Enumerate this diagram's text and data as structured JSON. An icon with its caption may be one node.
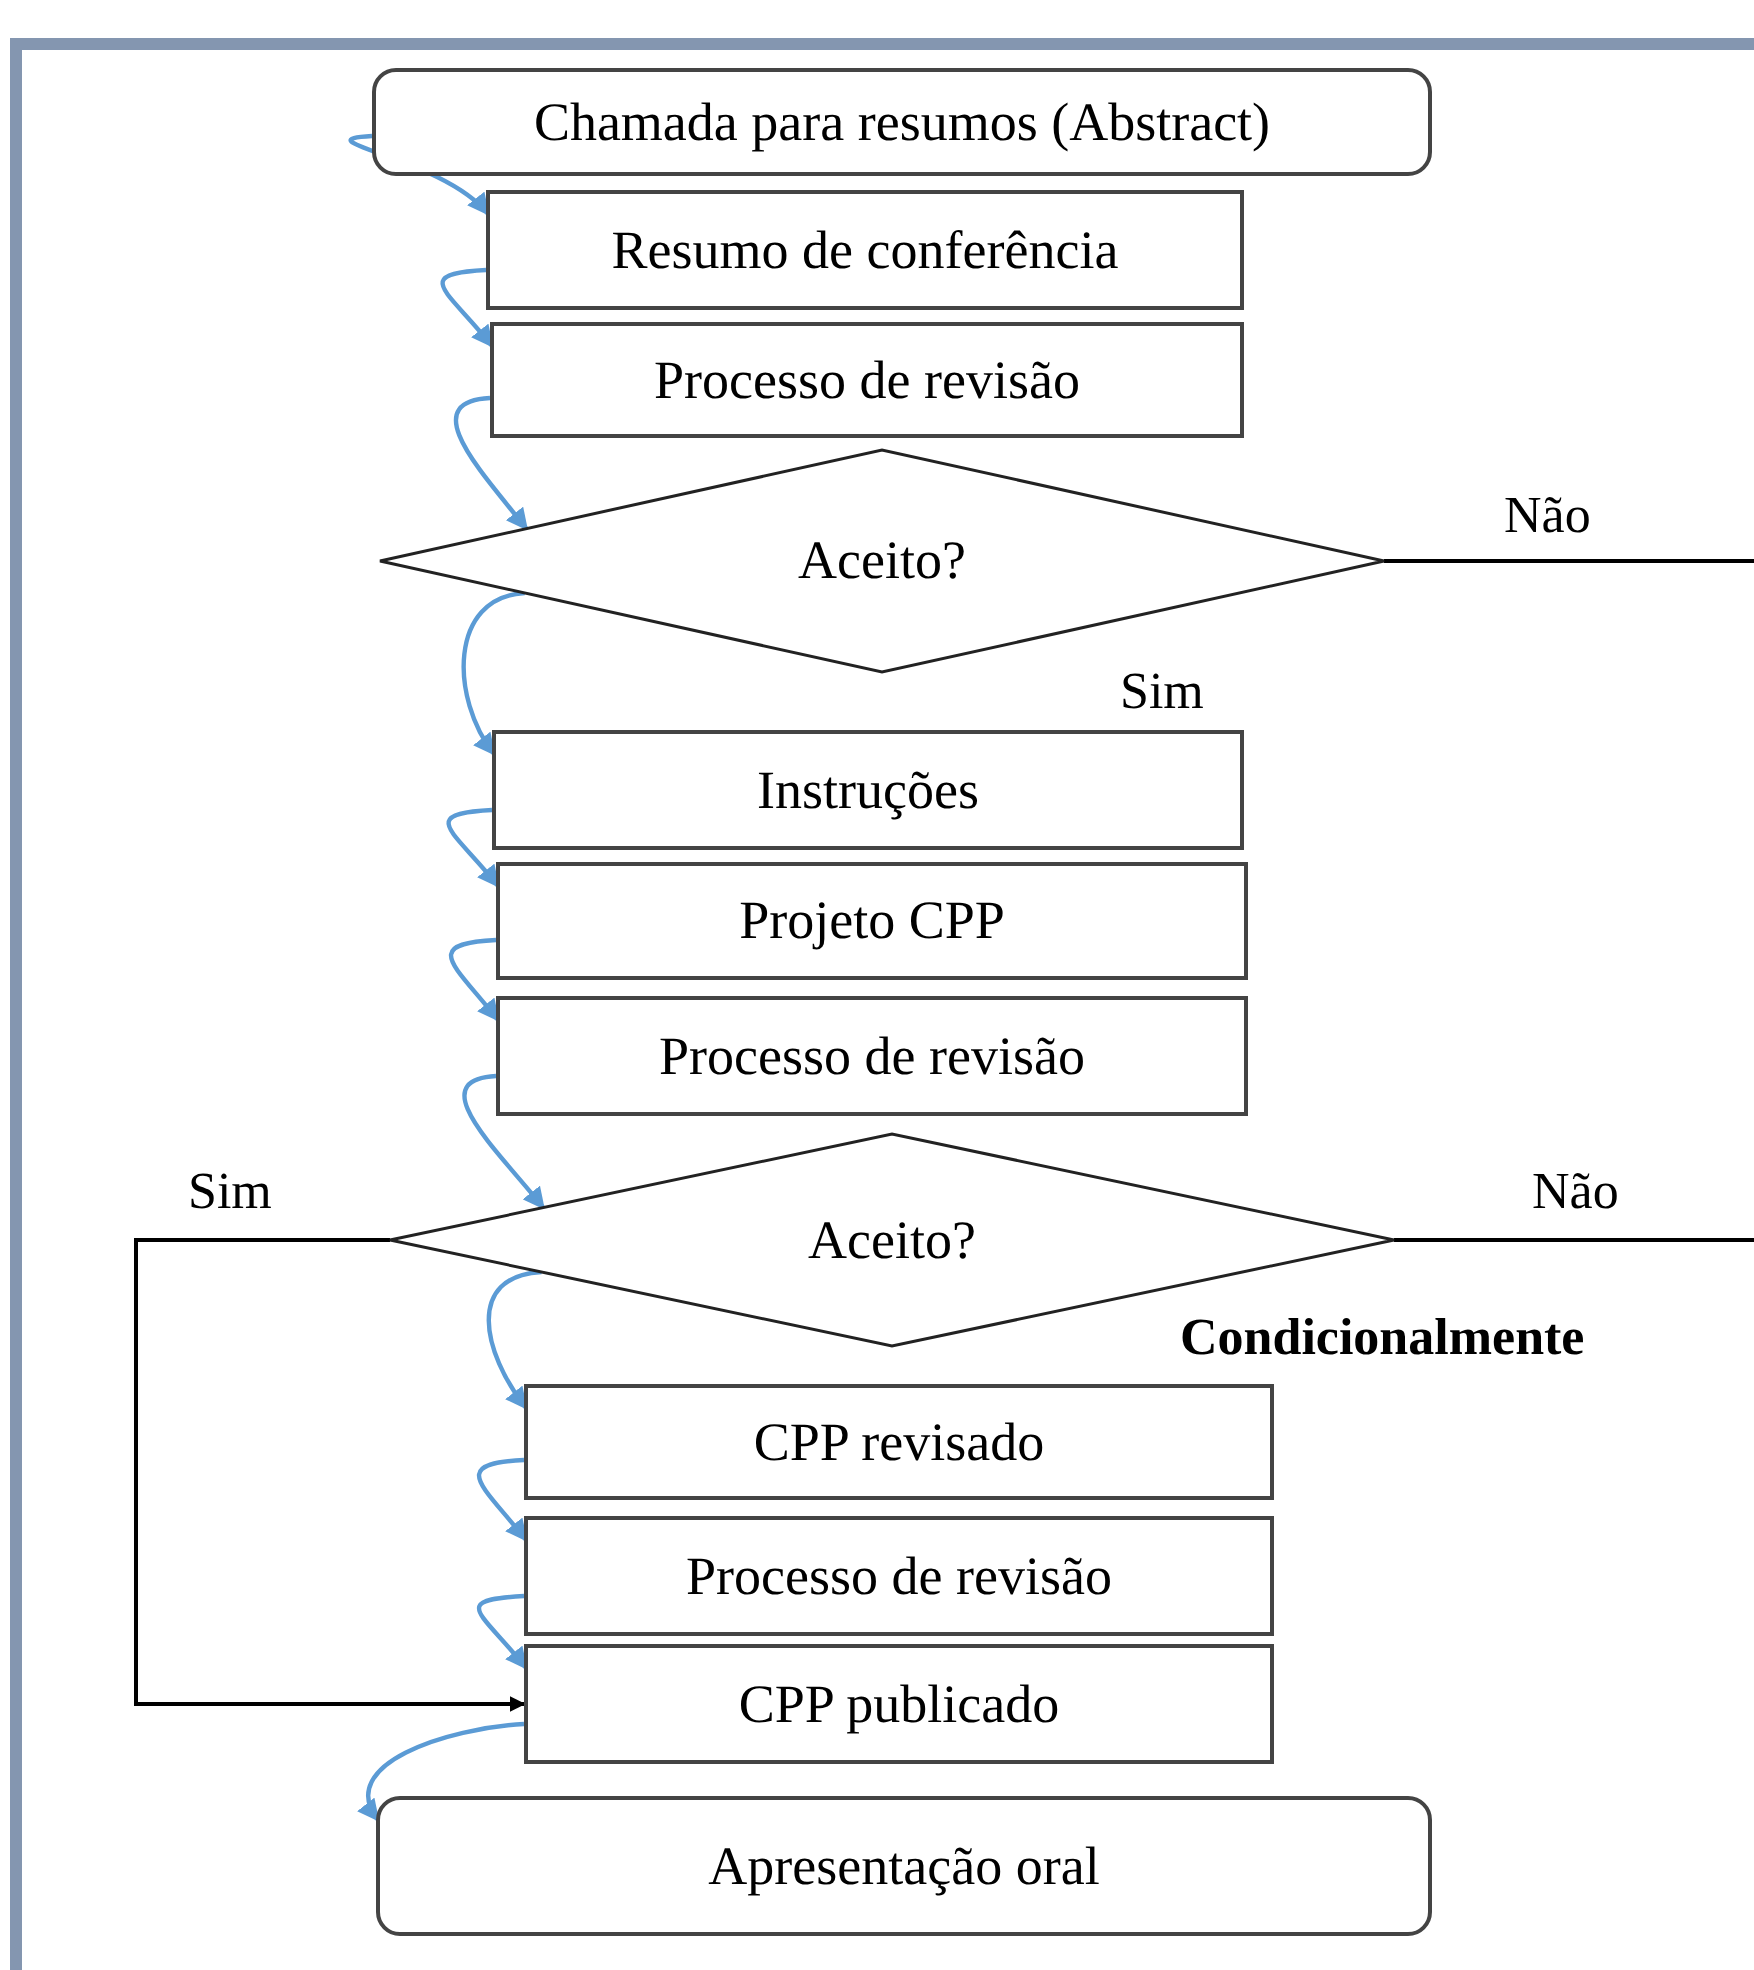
{
  "diagram": {
    "nodes": [
      {
        "text": [
          "Chamada para resumos (Abstract)"
        ]
      },
      {
        "text": [
          "Resumo de conferência"
        ]
      },
      {
        "text": [
          "Processo de revisão"
        ]
      },
      {
        "text": [
          "Aceito?"
        ]
      },
      {
        "text": [
          "Instruções"
        ]
      },
      {
        "text": [
          "Projeto CPP"
        ]
      },
      {
        "text": [
          "Processo de revisão"
        ]
      },
      {
        "text": [
          "Aceito?"
        ]
      },
      {
        "text": [
          "CPP revisado"
        ]
      },
      {
        "text": [
          "Processo de revisão"
        ]
      },
      {
        "text": [
          "CPP publicado"
        ]
      },
      {
        "text": [
          "Apresentação oral"
        ]
      }
    ],
    "edges": [
      {
        "from": 0,
        "to": 1,
        "arrow": "to"
      },
      {
        "from": 1,
        "to": 2,
        "arrow": "to"
      },
      {
        "from": 2,
        "to": 3,
        "arrow": "to"
      },
      {
        "from": 3,
        "to": 4,
        "arrow": "to"
      },
      {
        "from": 4,
        "to": 5,
        "arrow": "to"
      },
      {
        "from": 5,
        "to": 6,
        "arrow": "to"
      },
      {
        "from": 6,
        "to": 7,
        "arrow": "to"
      },
      {
        "from": 7,
        "to": 8,
        "arrow": "to"
      },
      {
        "from": 8,
        "to": 9,
        "arrow": "to"
      },
      {
        "from": 9,
        "to": 10,
        "arrow": "to"
      },
      {
        "from": 10,
        "to": 11,
        "arrow": "to"
      },
      {
        "from": 3,
        "to": null,
        "arrow": "none",
        "label": "Não",
        "color": "#000000"
      },
      {
        "from": 7,
        "to": null,
        "arrow": "none",
        "label": "Não",
        "color": "#000000"
      },
      {
        "from": 7,
        "to": 10,
        "arrow": "to",
        "label": "Sim",
        "color": "#000000"
      }
    ],
    "labels": [
      "Sim",
      "Condicionalmente"
    ]
  }
}
